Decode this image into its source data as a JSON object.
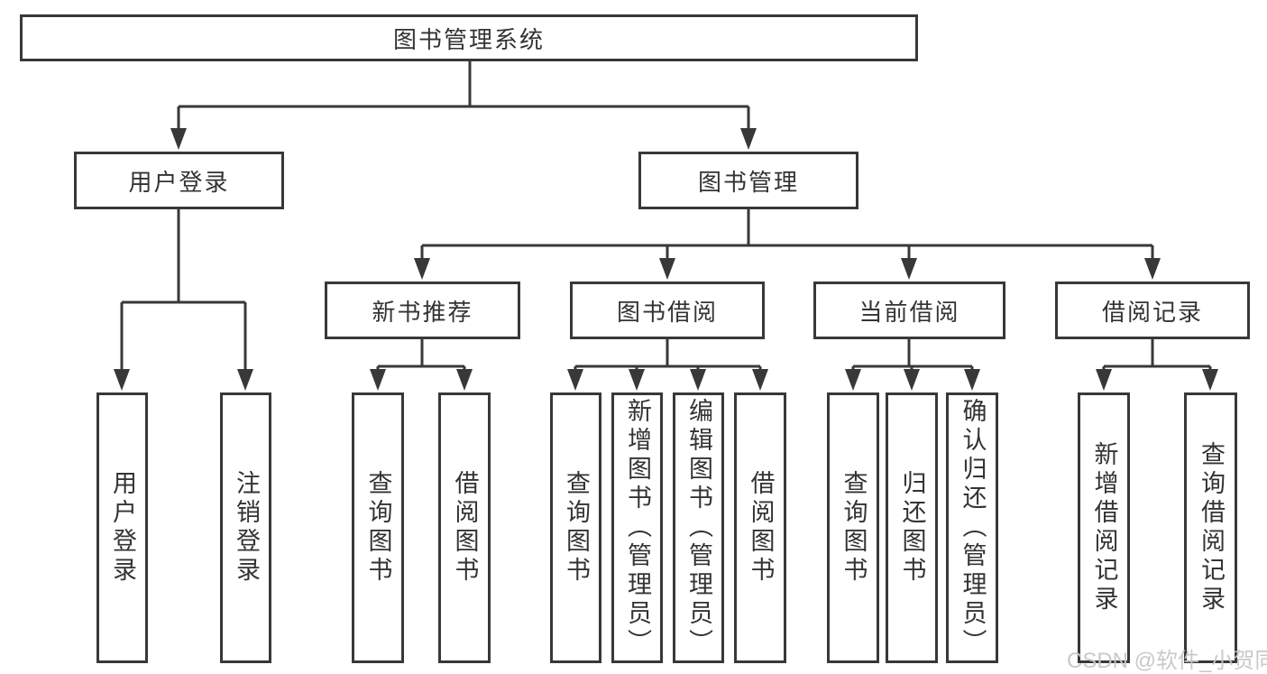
{
  "tree": {
    "root": {
      "label": "图书管理系统"
    },
    "children": [
      {
        "label": "用户登录",
        "children": [
          {
            "label": "用户登录"
          },
          {
            "label": "注销登录"
          }
        ]
      },
      {
        "label": "图书管理",
        "children": [
          {
            "label": "新书推荐",
            "children": [
              {
                "label": "查询图书"
              },
              {
                "label": "借阅图书"
              }
            ]
          },
          {
            "label": "图书借阅",
            "children": [
              {
                "label": "查询图书"
              },
              {
                "label": "新增图书（管理员）"
              },
              {
                "label": "编辑图书（管理员）"
              },
              {
                "label": "借阅图书"
              }
            ]
          },
          {
            "label": "当前借阅",
            "children": [
              {
                "label": "查询图书"
              },
              {
                "label": "归还图书"
              },
              {
                "label": "确认归还（管理员）"
              }
            ]
          },
          {
            "label": "借阅记录",
            "children": [
              {
                "label": "新增借阅记录"
              },
              {
                "label": "查询借阅记录"
              }
            ]
          }
        ]
      }
    ]
  },
  "watermark": {
    "text": "CSDN @软件_小贺同学"
  },
  "colors": {
    "line": "#383838",
    "text": "#333333",
    "watermark": "#c6c6c6",
    "background": "#ffffff"
  }
}
